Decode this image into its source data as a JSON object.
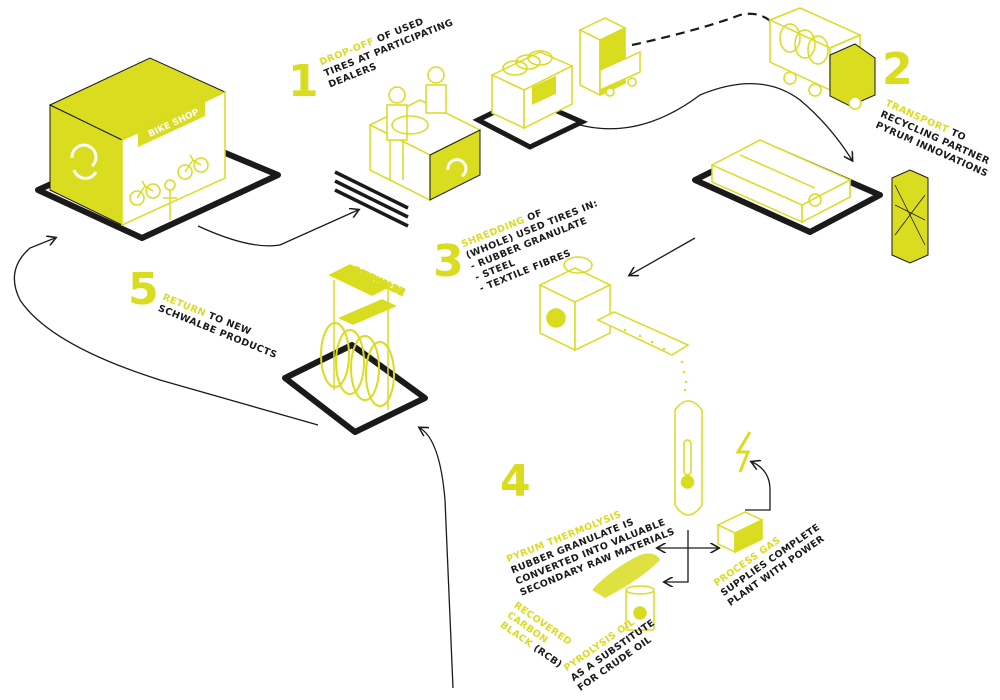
{
  "colors": {
    "accent": "#d9dc1f",
    "line": "#1a1a1a",
    "background": "#ffffff"
  },
  "steps": {
    "s1": {
      "number": "1",
      "highlight": "Drop-off",
      "line1_rest": " of used",
      "line2": "tires at participating",
      "line3": "dealers"
    },
    "s2": {
      "number": "2",
      "highlight": "Transport",
      "line1_rest": " to",
      "line2": "recycling partner",
      "line3": "Pyrum Innovations"
    },
    "s3": {
      "number": "3",
      "highlight": "Shredding",
      "line1_rest": " of",
      "line2": "(whole) used tires in:",
      "line3": "- rubber granulate",
      "line4": "- steel",
      "line5": "- textile fibres"
    },
    "s4": {
      "number": "4",
      "highlight": "Pyrum Thermolysis",
      "line2": "rubber granulate is",
      "line3": "converted into valuable",
      "line4": "secondary raw materials"
    },
    "s5": {
      "number": "5",
      "highlight": "Return",
      "line1_rest": " to new",
      "line2": "Schwalbe products"
    }
  },
  "outputs": {
    "carbon": {
      "line1": "Recovered",
      "line2": "carbon",
      "line3_hl": "black",
      "line3_rest": " (RCB)"
    },
    "oil": {
      "line1": "Pyrolysis oil",
      "line2": "as a substitute",
      "line3": "for crude oil"
    },
    "gas": {
      "line1": "Process gas",
      "line2": "supplies complete",
      "line3": "plant with power"
    }
  },
  "signs": {
    "bike_shop": "BIKE SHOP",
    "schwalbe": "SCHWALBE"
  }
}
